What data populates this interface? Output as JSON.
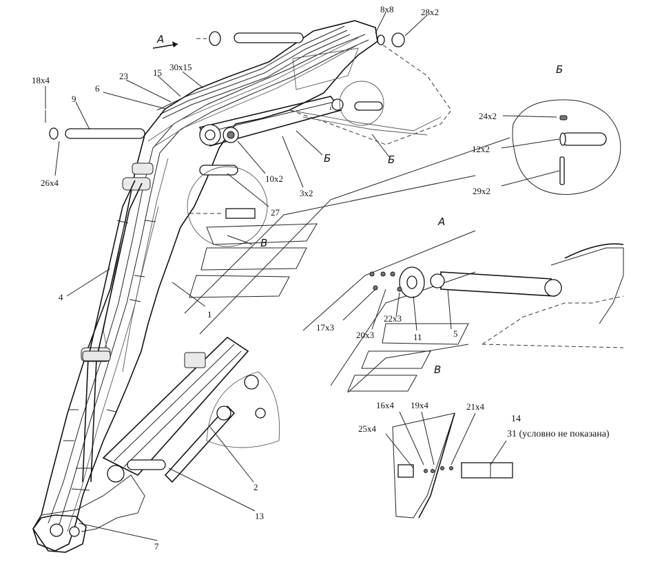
{
  "callouts": [
    {
      "id": "c-8x8",
      "text": "8x8"
    },
    {
      "id": "c-28x2",
      "text": "28x2"
    },
    {
      "id": "c-A-top",
      "text": "А"
    },
    {
      "id": "c-B-right",
      "text": "Б"
    },
    {
      "id": "c-18x4",
      "text": "18x4"
    },
    {
      "id": "c-23",
      "text": "23"
    },
    {
      "id": "c-15",
      "text": "15"
    },
    {
      "id": "c-30x15",
      "text": "30x15"
    },
    {
      "id": "c-6",
      "text": "6"
    },
    {
      "id": "c-9",
      "text": "9"
    },
    {
      "id": "c-26x4",
      "text": "26x4"
    },
    {
      "id": "c-10x2",
      "text": "10x2"
    },
    {
      "id": "c-3x2",
      "text": "3x2"
    },
    {
      "id": "c-B-mid1",
      "text": "Б"
    },
    {
      "id": "c-B-mid2",
      "text": "Б"
    },
    {
      "id": "c-27",
      "text": "27"
    },
    {
      "id": "c-24x2",
      "text": "24x2"
    },
    {
      "id": "c-12x2",
      "text": "12x2"
    },
    {
      "id": "c-29x2",
      "text": "29x2"
    },
    {
      "id": "c-V-left",
      "text": "В"
    },
    {
      "id": "c-A-mid",
      "text": "А"
    },
    {
      "id": "c-4",
      "text": "4"
    },
    {
      "id": "c-1",
      "text": "1"
    },
    {
      "id": "c-17x3",
      "text": "17x3"
    },
    {
      "id": "c-20x3",
      "text": "20x3"
    },
    {
      "id": "c-22x3",
      "text": "22x3"
    },
    {
      "id": "c-11",
      "text": "11"
    },
    {
      "id": "c-5",
      "text": "5"
    },
    {
      "id": "c-V-right",
      "text": "В"
    },
    {
      "id": "c-16x4",
      "text": "16x4"
    },
    {
      "id": "c-19x4",
      "text": "19x4"
    },
    {
      "id": "c-21x4",
      "text": "21x4"
    },
    {
      "id": "c-14",
      "text": "14"
    },
    {
      "id": "c-31",
      "text": "31 (условно не показана)"
    },
    {
      "id": "c-25x4",
      "text": "25x4"
    },
    {
      "id": "c-2",
      "text": "2"
    },
    {
      "id": "c-13",
      "text": "13"
    },
    {
      "id": "c-7",
      "text": "7"
    }
  ]
}
